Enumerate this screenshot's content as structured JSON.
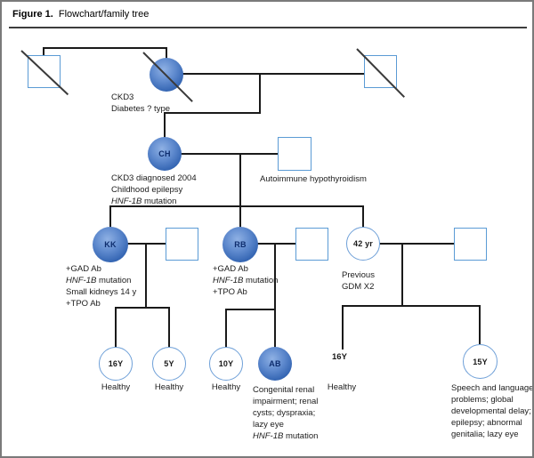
{
  "figure_header": {
    "label": "Figure 1.",
    "title": "Flowchart/family tree"
  },
  "legend_colors": {
    "affected_fill": "#3566b0",
    "shape_border": "#5b9bd5",
    "connector_line": "#1a1a1a"
  },
  "generation_1": {
    "grandmother": {
      "annotation": [
        "CKD3",
        "Diabetes ? type"
      ]
    }
  },
  "generation_2": {
    "ch": {
      "label": "CH",
      "annotation": [
        {
          "i": "",
          "t": "CKD3 diagnosed 2004"
        },
        {
          "i": "",
          "t": "Childhood epilepsy"
        },
        {
          "i": "HNF-1B",
          "t": " mutation"
        }
      ]
    },
    "ch_partner": {
      "annotation": "Autoimmune hypothyroidism"
    }
  },
  "generation_3": {
    "kk": {
      "label": "KK",
      "annotation": [
        {
          "i": "",
          "t": "+GAD Ab"
        },
        {
          "i": "HNF-1B",
          "t": " mutation"
        },
        {
          "i": "",
          "t": "Small kidneys 14 y"
        },
        {
          "i": "",
          "t": "+TPO Ab"
        }
      ]
    },
    "rb": {
      "label": "RB",
      "annotation": [
        {
          "i": "",
          "t": "+GAD Ab"
        },
        {
          "i": "HNF-1B",
          "t": " mutation"
        },
        {
          "i": "",
          "t": "+TPO Ab"
        }
      ]
    },
    "sister": {
      "label": "42 yr",
      "annotation": [
        {
          "i": "",
          "t": "Previous"
        },
        {
          "i": "",
          "t": "GDM X2"
        }
      ]
    }
  },
  "generation_4": {
    "kk_child_1": {
      "label": "16Y",
      "status": "Healthy"
    },
    "kk_child_2": {
      "label": "5Y",
      "status": "Healthy"
    },
    "rb_child_1": {
      "label": "10Y",
      "status": "Healthy"
    },
    "ab": {
      "label": "AB",
      "annotation": [
        {
          "i": "",
          "t": "Congenital renal"
        },
        {
          "i": "",
          "t": "impairment; renal"
        },
        {
          "i": "",
          "t": "cysts; dyspraxia;"
        },
        {
          "i": "",
          "t": "lazy eye"
        },
        {
          "i": "HNF-1B",
          "t": " mutation"
        }
      ]
    },
    "sister_child_1": {
      "label": "16Y",
      "status": "Healthy"
    },
    "sister_child_2": {
      "label": "15Y",
      "annotation": [
        {
          "i": "",
          "t": "Speech and language"
        },
        {
          "i": "",
          "t": "problems; global"
        },
        {
          "i": "",
          "t": "developmental delay;"
        },
        {
          "i": "",
          "t": "epilepsy; abnormal"
        },
        {
          "i": "",
          "t": "genitalia; lazy eye"
        }
      ]
    }
  }
}
